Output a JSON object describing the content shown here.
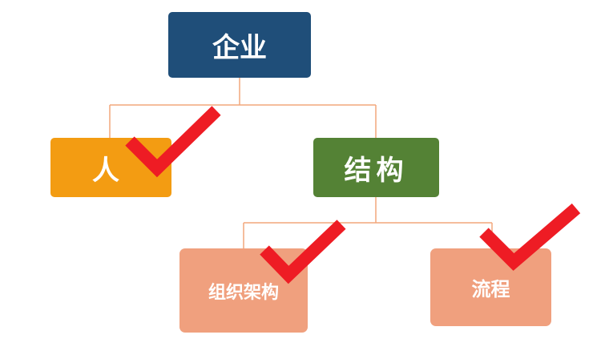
{
  "nodes": {
    "top": {
      "label": "企业",
      "color": "#1f4e79"
    },
    "left": {
      "label": "人",
      "color": "#f39c12"
    },
    "mid": {
      "label": "结构",
      "color": "#548235"
    },
    "bl": {
      "label": "组织架构",
      "color": "#f0a07e"
    },
    "br": {
      "label": "流程",
      "color": "#f0a07e"
    }
  },
  "connector_color": "#f2a77c",
  "check_color": "#ee1c24"
}
